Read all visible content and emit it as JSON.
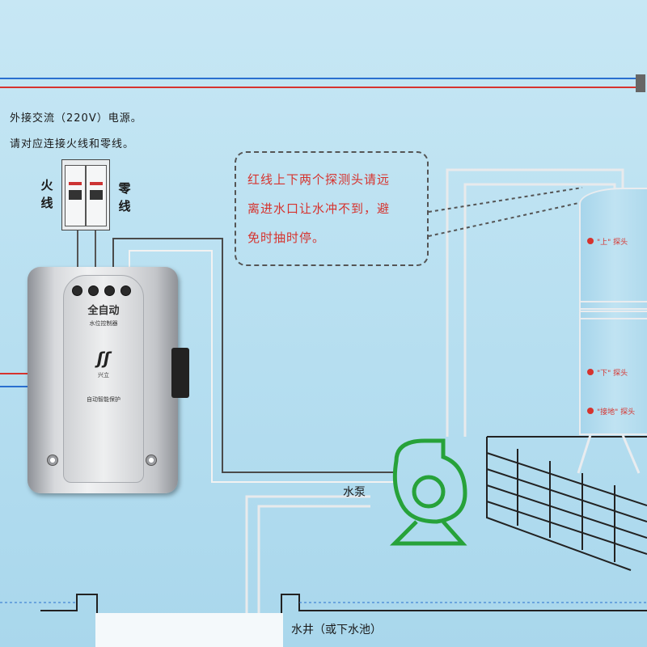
{
  "instructions": {
    "line1": "外接交流（220V）电源。",
    "line2": "请对应连接火线和零线。"
  },
  "breaker": {
    "live_label": "火线",
    "neutral_label": "零线"
  },
  "note": {
    "lines": [
      "红线上下两个探测头请远",
      "离进水口让水冲不到，避",
      "免时抽时停。"
    ]
  },
  "controller": {
    "title": "全自动",
    "subtitle": "水位控制器",
    "brand": "兴立",
    "caption": "自动智能保护"
  },
  "tank": {
    "probe_upper": "\"上\" 探头",
    "probe_lower": "\"下\" 探头",
    "probe_bottom": "\"接地\" 探头"
  },
  "labels": {
    "pump": "水泵",
    "well": "水井（或下水池）"
  },
  "colors": {
    "live_wire": "#d6332e",
    "neutral_wire": "#2a6fd0",
    "pump": "#27a23a",
    "note_text": "#d6332e"
  }
}
